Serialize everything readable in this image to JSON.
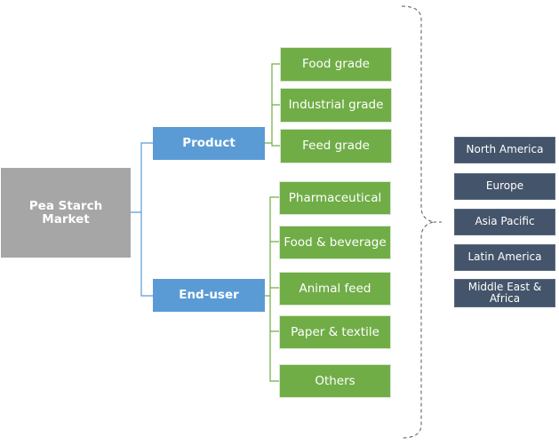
{
  "diagram": {
    "root": "Pea Starch Market",
    "categories": [
      {
        "label": "Product",
        "items": [
          "Food grade",
          "Industrial grade",
          "Feed grade"
        ]
      },
      {
        "label": "End-user",
        "items": [
          "Pharmaceutical",
          "Food & beverage",
          "Animal feed",
          "Paper & textile",
          "Others"
        ]
      }
    ],
    "regions": [
      "North America",
      "Europe",
      "Asia Pacific",
      "Latin America",
      "Middle East & Africa"
    ],
    "colors": {
      "root": "#a6a6a6",
      "category": "#5b9bd5",
      "leaf": "#70ad47",
      "region": "#44546a",
      "connector_category": "#5b9bd5",
      "connector_leaf": "#70ad47",
      "brace": "#595959"
    }
  }
}
